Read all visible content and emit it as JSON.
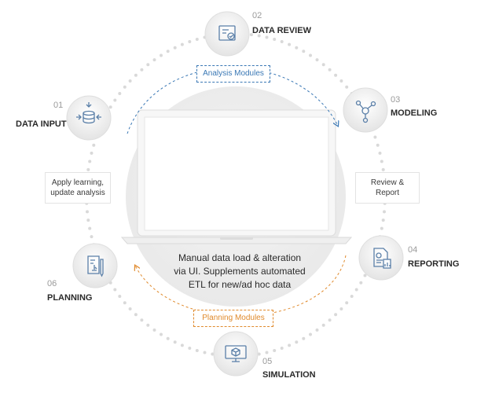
{
  "steps": [
    {
      "number": "01",
      "title": "DATA INPUT",
      "icon": "database-input-icon"
    },
    {
      "number": "02",
      "title": "DATA REVIEW",
      "icon": "chart-check-icon"
    },
    {
      "number": "03",
      "title": "MODELING",
      "icon": "network-nodes-icon"
    },
    {
      "number": "04",
      "title": "REPORTING",
      "icon": "report-document-icon"
    },
    {
      "number": "05",
      "title": "SIMULATION",
      "icon": "screen-cube-icon"
    },
    {
      "number": "06",
      "title": "PLANNING",
      "icon": "planning-document-icon"
    }
  ],
  "modules": {
    "analysis": "Analysis Modules",
    "planning": "Planning Modules"
  },
  "notes": {
    "left": "Apply learning,\nupdate analysis",
    "right": "Review &\nReport"
  },
  "center_text": "Manual data load & alteration\nvia UI. Supplements automated\nETL for new/ad hoc data",
  "colors": {
    "analysis": "#3a78b5",
    "planning": "#e08a2c",
    "icon": "#5a7fa8",
    "dots": "#d9d9d9"
  }
}
